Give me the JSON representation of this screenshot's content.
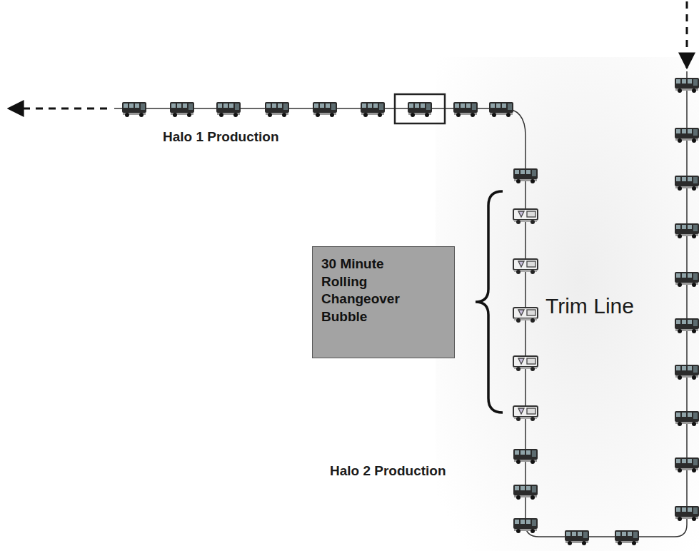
{
  "diagram": {
    "nodes": [
      {
        "text": [
          "30 Minute Rolling Changeover Bubble"
        ]
      }
    ],
    "labels": [
      "Halo 1 Production",
      "Halo 2 Production",
      "Trim Line"
    ]
  }
}
